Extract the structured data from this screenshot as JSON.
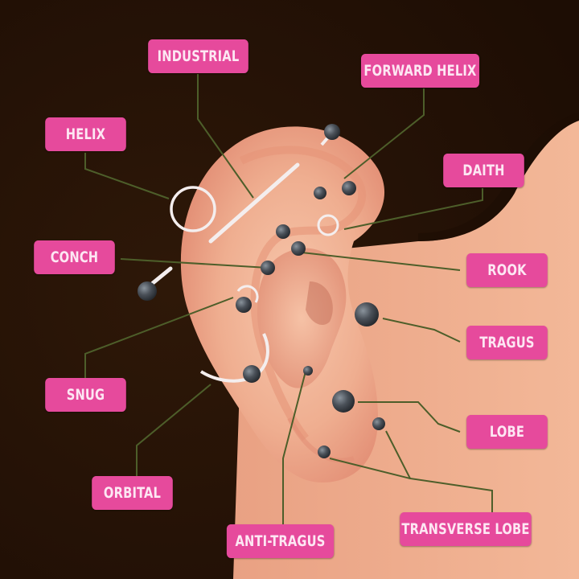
{
  "diagram": {
    "subject": "Ear piercing types",
    "colors": {
      "background_dark": "#2a1606",
      "skin": "#f1b394",
      "label_bg": "#e64a9c",
      "label_text": "#fde7f3",
      "leader_line": "#4d5e2a",
      "jewelry_ball": "#4a5058",
      "jewelry_ring": "#f4eeee"
    },
    "labels": [
      {
        "id": "industrial",
        "text": "INDUSTRIAL"
      },
      {
        "id": "forward-helix",
        "text": "FORWARD HELIX"
      },
      {
        "id": "helix",
        "text": "HELIX"
      },
      {
        "id": "daith",
        "text": "DAITH"
      },
      {
        "id": "conch",
        "text": "CONCH"
      },
      {
        "id": "rook",
        "text": "ROOK"
      },
      {
        "id": "tragus",
        "text": "TRAGUS"
      },
      {
        "id": "snug",
        "text": "SNUG"
      },
      {
        "id": "lobe",
        "text": "LOBE"
      },
      {
        "id": "orbital",
        "text": "ORBITAL"
      },
      {
        "id": "transverse-lobe",
        "text": "TRANSVERSE LOBE"
      },
      {
        "id": "anti-tragus",
        "text": "ANTI-TRAGUS"
      }
    ]
  }
}
